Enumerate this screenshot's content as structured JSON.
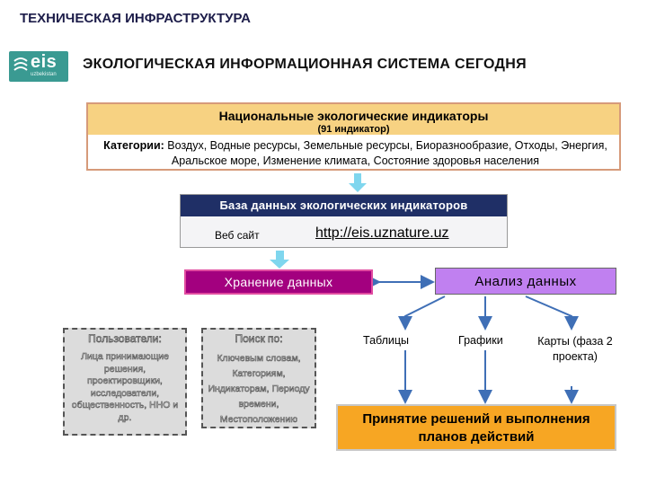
{
  "header": {
    "title": "ТЕХНИЧЕСКАЯ ИНФРАСТРУКТУРА"
  },
  "logo": {
    "text": "eis",
    "subtext": "uzbekistan"
  },
  "subtitle": "ЭКОЛОГИЧЕСКАЯ ИНФОРМАЦИОННАЯ СИСТЕМА СЕГОДНЯ",
  "national": {
    "title": "Национальные экологические индикаторы",
    "count": "(91 индикатор)",
    "categories_label": "Категории:",
    "categories_text": " Воздух, Водные ресурсы, Земельные ресурсы, Биоразнообразие, Отходы, Энергия, Аральское море, Изменение климата, Состояние здоровья населения"
  },
  "database": {
    "title": "База данных экологических индикаторов",
    "web_label": "Веб сайт",
    "url": "http://eis.uznature.uz"
  },
  "storage": {
    "label": "Хранение данных"
  },
  "analysis": {
    "label": "Анализ данных"
  },
  "users": {
    "heading": "Пользователи:",
    "body": "Лица принимающие решения, проектировщики, исследователи, общественность, ННО и др."
  },
  "search": {
    "heading": "Поиск по:",
    "body": "Ключевым словам, Категориям, Индикаторам, Периоду времени, Местоположению"
  },
  "outputs": {
    "tables": "Таблицы",
    "graphs": "Графики",
    "maps": "Карты (фаза 2 проекта)"
  },
  "decision": {
    "label": "Принятие решений и выполнения планов действий"
  },
  "colors": {
    "header_text": "#1d1d4a",
    "logo_bg": "#3a9a92",
    "national_header_bg": "#f7d282",
    "db_title_bg": "#1f2f66",
    "storage_bg": "#a3007f",
    "analysis_bg": "#c080f0",
    "decision_bg": "#f7a623",
    "connector": "#3f6fb6",
    "down_arrow": "#7fd6ee"
  }
}
